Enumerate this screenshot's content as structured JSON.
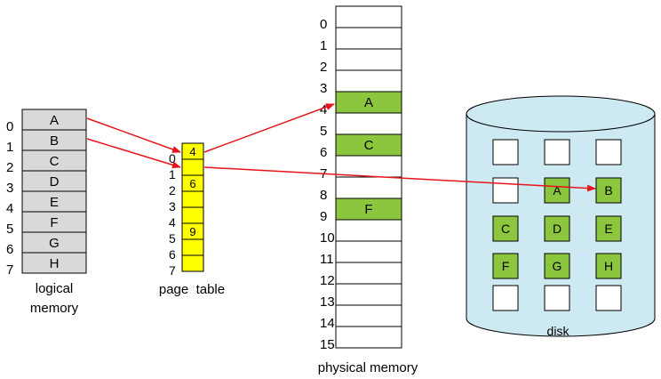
{
  "logical_memory": {
    "indices": [
      "0",
      "1",
      "2",
      "3",
      "4",
      "5",
      "6",
      "7"
    ],
    "entries": [
      "A",
      "B",
      "C",
      "D",
      "E",
      "F",
      "G",
      "H"
    ],
    "caption_line1": "logical",
    "caption_line2": "memory"
  },
  "page_table": {
    "indices": [
      "0",
      "1",
      "2",
      "3",
      "4",
      "5",
      "6",
      "7"
    ],
    "entries": [
      "4",
      "",
      "6",
      "",
      "",
      "9",
      "",
      ""
    ],
    "caption": "page  table"
  },
  "physical_memory": {
    "indices": [
      "0",
      "1",
      "2",
      "3",
      "4",
      "5",
      "6",
      "7",
      "8",
      "9",
      "10",
      "11",
      "12",
      "13",
      "14",
      "15"
    ],
    "frames": [
      "",
      "",
      "",
      "",
      "A",
      "",
      "C",
      "",
      "",
      "F",
      "",
      "",
      "",
      "",
      "",
      ""
    ],
    "caption": "physical memory"
  },
  "disk": {
    "label": "disk",
    "grid": [
      [
        "",
        "",
        ""
      ],
      [
        "",
        "A",
        "B"
      ],
      [
        "C",
        "D",
        "E"
      ],
      [
        "F",
        "G",
        "H"
      ],
      [
        "",
        "",
        ""
      ]
    ]
  },
  "colors": {
    "logical_fill": "#d9d9d9",
    "page_table_fill": "#ffff00",
    "frame_fill": "#8cc63f",
    "disk_fill": "#cde9f1",
    "arrow": "#e8141b"
  }
}
